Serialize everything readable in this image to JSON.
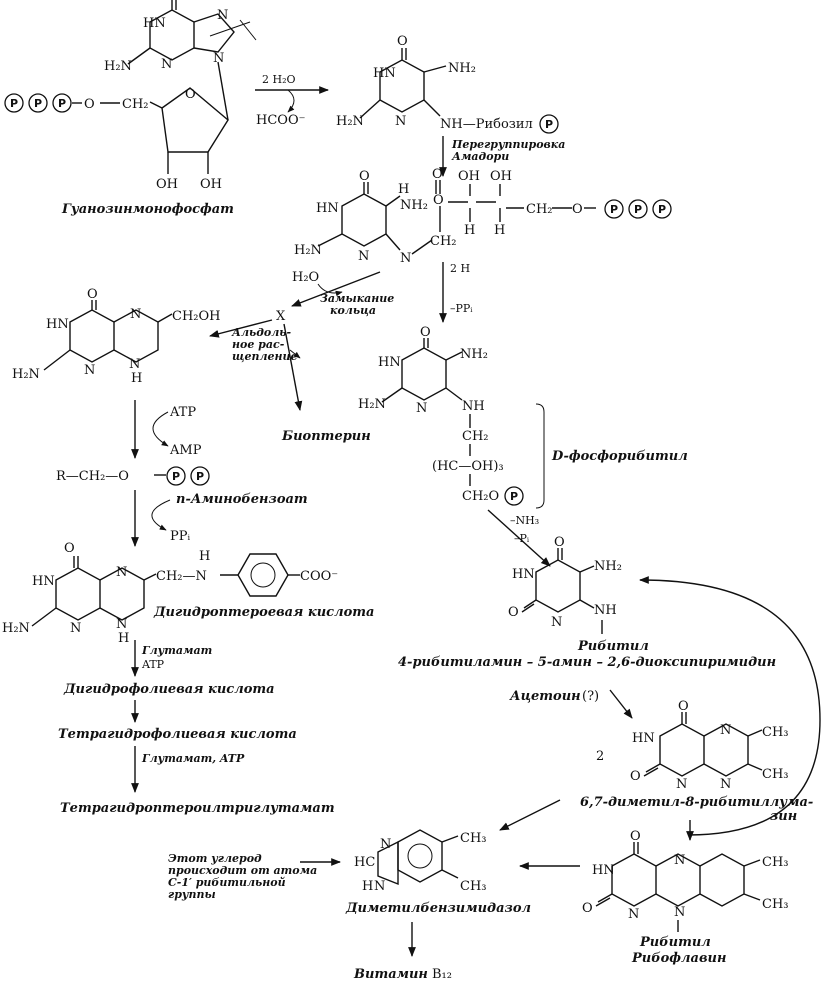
{
  "guanosine": {
    "label": "Гуанозинмонофосфат",
    "h2n": "H₂N",
    "hn": "HN",
    "n": "N",
    "o": "O",
    "oh": "OH",
    "ch2": "CH₂",
    "p": "P"
  },
  "step1": {
    "water": "2 H₂O",
    "formate": "HCOO⁻"
  },
  "pyrimidine1": {
    "nh2": "NH₂",
    "ribose": "NH—Рибозил",
    "p": "P"
  },
  "amadori": {
    "line1": "Перегруппировка",
    "line2": "Амадори"
  },
  "ribulosyl": {
    "oh": "OH",
    "h": "H",
    "ch2": "CH₂",
    "o": "O",
    "nh2": "NH₂",
    "n": "N"
  },
  "ring_closure": {
    "water": "H₂O",
    "x": "X",
    "line1": "Замыкание",
    "line2": "кольца"
  },
  "reduction": {
    "h2": "2 H",
    "ppi": "–PPᵢ"
  },
  "aldol": {
    "line1": "Альдоль-",
    "line2": "ное рас-",
    "line3": "щепление"
  },
  "biopterin": {
    "label": "Биоптерин"
  },
  "pterin": {
    "ch2oh": "CH₂OH",
    "hn": "HN",
    "h2n": "H₂N",
    "n": "N",
    "h": "H",
    "o": "O"
  },
  "atp_step": {
    "atp": "ATP",
    "amp": "AMP"
  },
  "pyrophosphate": {
    "r": "R—CH₂—O",
    "p": "P"
  },
  "aminobenzoate": {
    "label": "п-Аминобензоат",
    "ppi": "PPᵢ"
  },
  "dihydropteroate": {
    "label": "Дигидроптероевая кислота",
    "chain": "CH₂—N",
    "h": "H",
    "coo": "COO⁻"
  },
  "glutamate1": {
    "label": "Глутамат",
    "atp": "ATP"
  },
  "dihydrofolate": {
    "label": "Дигидрофолиевая кислота"
  },
  "tetrahydrofolate": {
    "label": "Тетрагидрофолиевая кислота"
  },
  "glutamate2": {
    "label": "Глутамат, ATP"
  },
  "triglutamate": {
    "label": "Тетрагидроптероилтриглутамат"
  },
  "ribitylpyrimidine": {
    "nh2": "NH₂",
    "nh": "NH",
    "ch2": "CH₂",
    "hc": "(HC—OH)₃",
    "ch2o": "CH₂O",
    "p": "P",
    "label": "D-фосфорибитил"
  },
  "dephospho": {
    "nh3": "–NH₃",
    "pi": "–Pᵢ"
  },
  "dioxypyrimidine": {
    "nh2": "NH₂",
    "nh": "NH",
    "ribityl": "Рибитил",
    "label": "4-рибитиламин – 5-амин – 2,6-диоксипиримидин"
  },
  "acetoin": {
    "label": "Ацетоин",
    "q": "(?)"
  },
  "lumazine": {
    "two": "2",
    "ch3": "CH₃",
    "label1": "6,7-диметил-8-рибитиллума-",
    "label2": "зин"
  },
  "riboflavin": {
    "label1": "Рибитил",
    "label2": "Рибофлавин",
    "ch3": "CH₃"
  },
  "dmb": {
    "label": "Диметилбензимидазол",
    "hc": "HC",
    "h": "H",
    "n": "N",
    "ch3": "CH₃"
  },
  "carbon_note": {
    "line1": "Этот углерод",
    "line2": "происходит от атома",
    "line3": "C-1′ рибитильной",
    "line4": "группы"
  },
  "vitamin": {
    "label": "Витамин",
    "sub": "B₁₂"
  }
}
